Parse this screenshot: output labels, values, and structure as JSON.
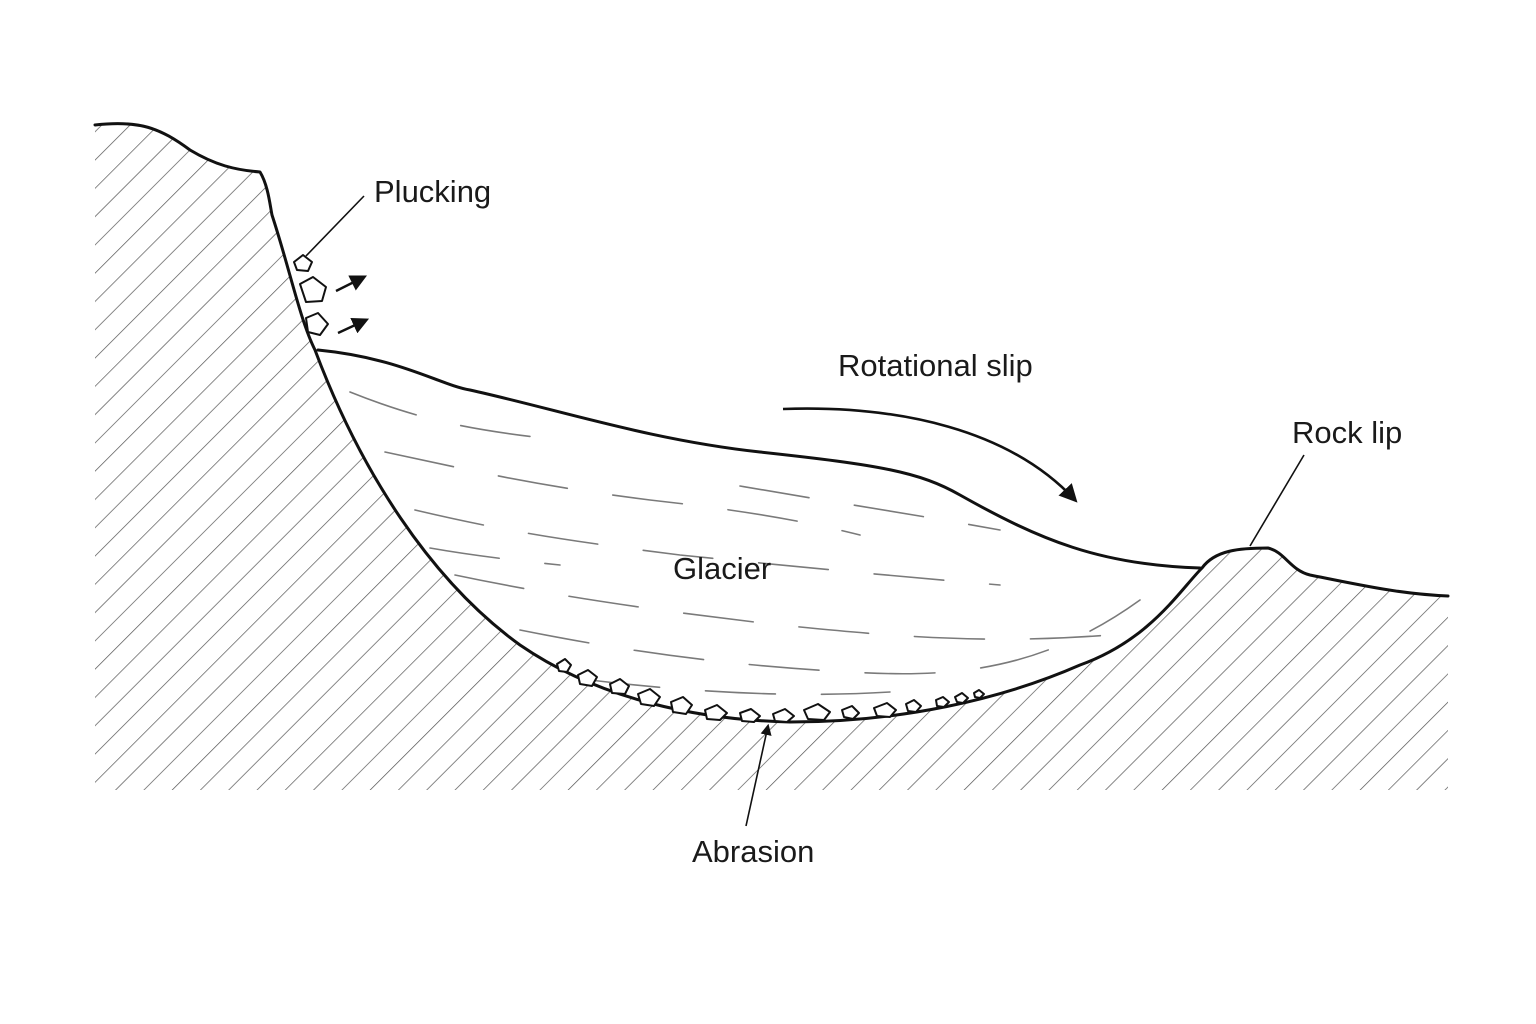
{
  "labels": {
    "plucking": "Plucking",
    "rotational_slip": "Rotational slip",
    "rock_lip": "Rock lip",
    "glacier": "Glacier",
    "abrasion": "Abrasion"
  },
  "colors": {
    "outline": "#111111",
    "hatch": "#555555",
    "ice_flow_lines": "#7a7a7a",
    "background": "#ffffff"
  }
}
